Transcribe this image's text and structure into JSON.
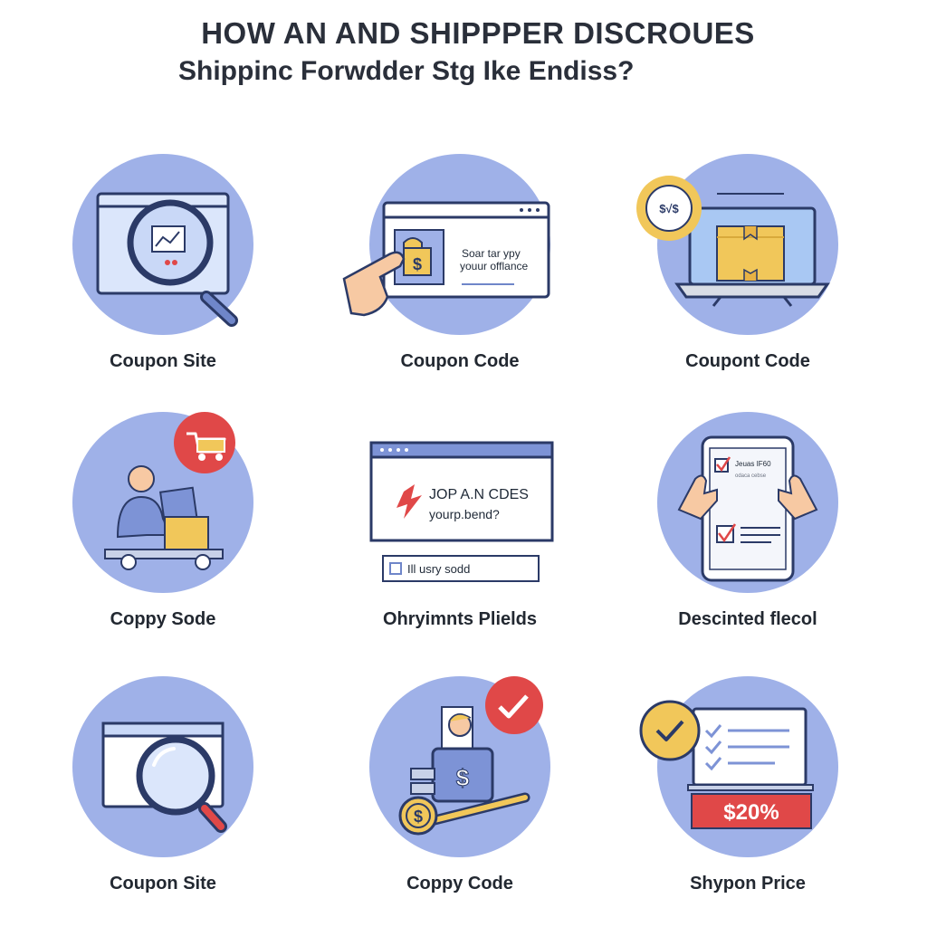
{
  "header": {
    "title": "HOW AN AND SHIPPPER DISCROUES",
    "subtitle": "Shippinc Forwdder Stg Ike Endiss?"
  },
  "colors": {
    "circle": "#9fb1e8",
    "outline": "#2b3a67",
    "accent_red": "#e04848",
    "accent_yellow": "#f1c75a",
    "screen_blue": "#dbe6fb",
    "skin": "#f7c9a3"
  },
  "cards": [
    {
      "label": "Coupon Site",
      "icon": "magnifier-browser-icon"
    },
    {
      "label": "Coupon Code",
      "icon": "hand-coupon-card-icon",
      "screen_text": [
        "Soar tar ypy",
        "youur offlance"
      ]
    },
    {
      "label": "Coupont Code",
      "icon": "laptop-package-icon",
      "badge_text": "$√$"
    },
    {
      "label": "Coppy Sode",
      "icon": "person-cart-icon"
    },
    {
      "label": "Ohryimnts Plields",
      "icon": "browser-dialog-icon",
      "dialog_text": [
        "JOP A.N CDES",
        "yourp.bend?"
      ],
      "input_text": "Ill usry sodd"
    },
    {
      "label": "Descinted flecol",
      "icon": "phone-checklist-icon",
      "phone_text": [
        "Jeuas IF60",
        "odaca cebse"
      ]
    },
    {
      "label": "Coupon Site",
      "icon": "search-browser-icon"
    },
    {
      "label": "Coppy Code",
      "icon": "wallet-coin-icon"
    },
    {
      "label": "Shypon Price",
      "icon": "laptop-checklist-icon",
      "price_text": "$20%"
    }
  ]
}
